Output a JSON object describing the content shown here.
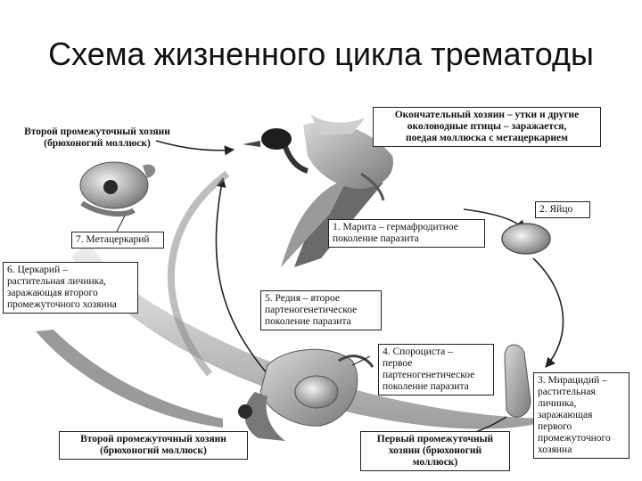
{
  "title": "Схема жизненного цикла трематоды",
  "labels": {
    "second_host_top": [
      "Второй промежуточный хозяин",
      "(брюхоногий моллюск)"
    ],
    "final_host": [
      "Окончательный хозяин – утки и другие",
      "околоводные птицы – заражается,",
      "поедая моллюска с метацеркарием"
    ],
    "stage1": [
      "1. Марита – гермафродитное",
      "поколение паразита"
    ],
    "stage2": [
      "2. Яйцо"
    ],
    "stage3": [
      "3. Мирацидий –",
      "растительная",
      "личинка,",
      "заражающая",
      "первого",
      "промежуточного",
      "хозяина"
    ],
    "stage4": [
      "4. Спороциста –",
      "первое",
      "партеногенетическое",
      "поколение паразита"
    ],
    "stage5": [
      "5. Редия – второе",
      "партеногенетическое",
      "поколение паразита"
    ],
    "stage6": [
      "6. Церкарий –",
      "растительная личинка,",
      "заражающая второго",
      "промежуточного хозяина"
    ],
    "stage7": [
      "7. Метацеркарий"
    ],
    "second_host_bottom": [
      "Второй промежуточный хозяин",
      "(брюхоногий моллюск)"
    ],
    "first_host": [
      "Первый промежуточный",
      "хозяин (брюхоногий",
      "моллюск)"
    ]
  }
}
